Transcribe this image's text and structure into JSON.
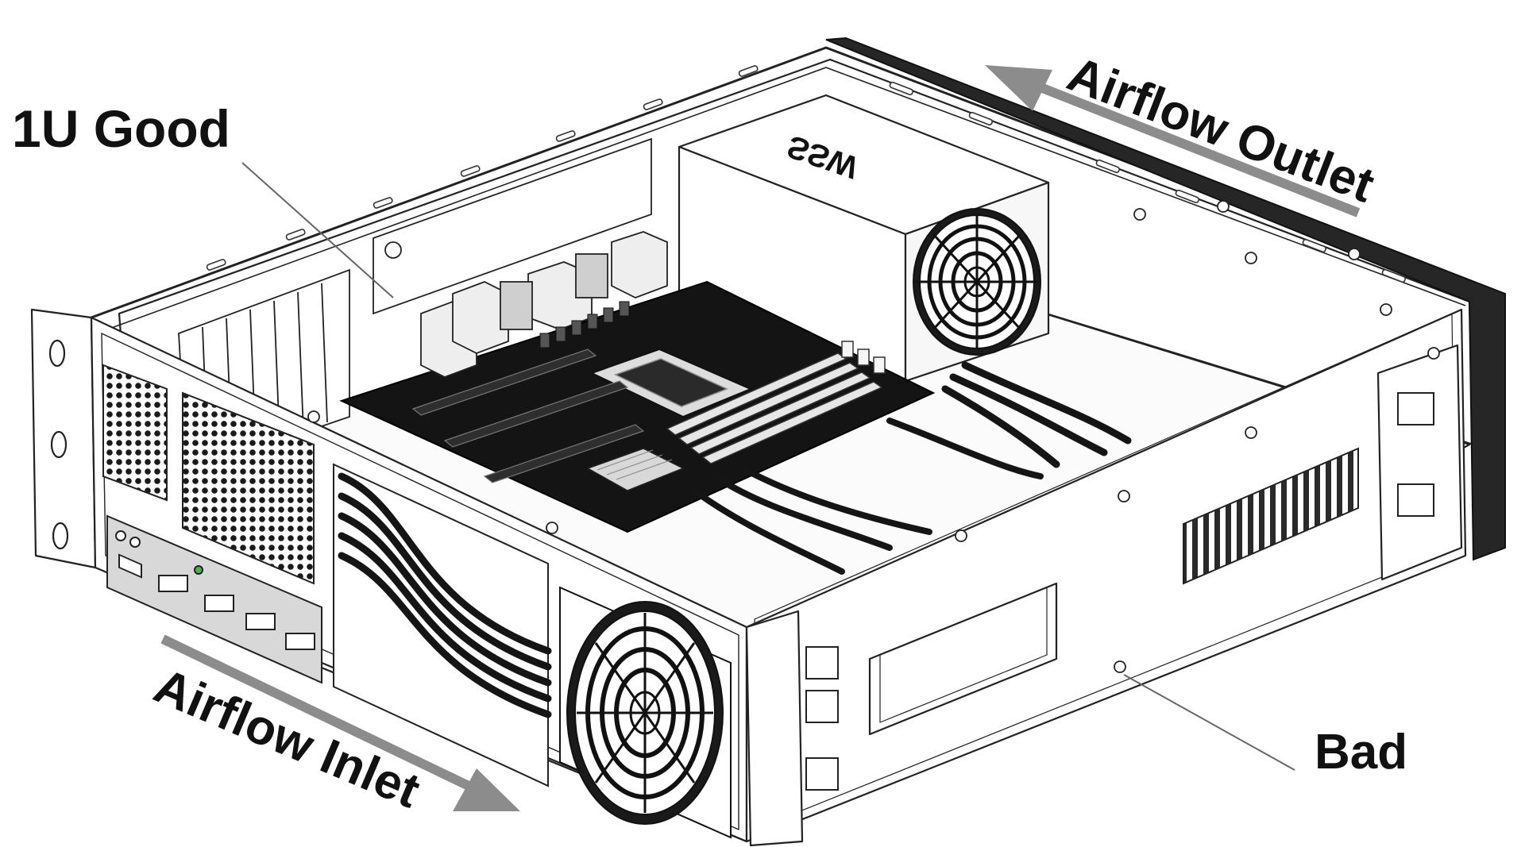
{
  "labels": {
    "good": "1U Good",
    "bad": "Bad",
    "airflow_outlet": "Airflow Outlet",
    "airflow_inlet": "Airflow Inlet",
    "psu_mark": "SSW"
  },
  "colors": {
    "line": "#222222",
    "arrow": "#8c8c8c",
    "board": "#141414",
    "bezel": "#262626",
    "panel": "#d8d8d8",
    "ram": "#e6e6e6",
    "leader": "#666666"
  }
}
